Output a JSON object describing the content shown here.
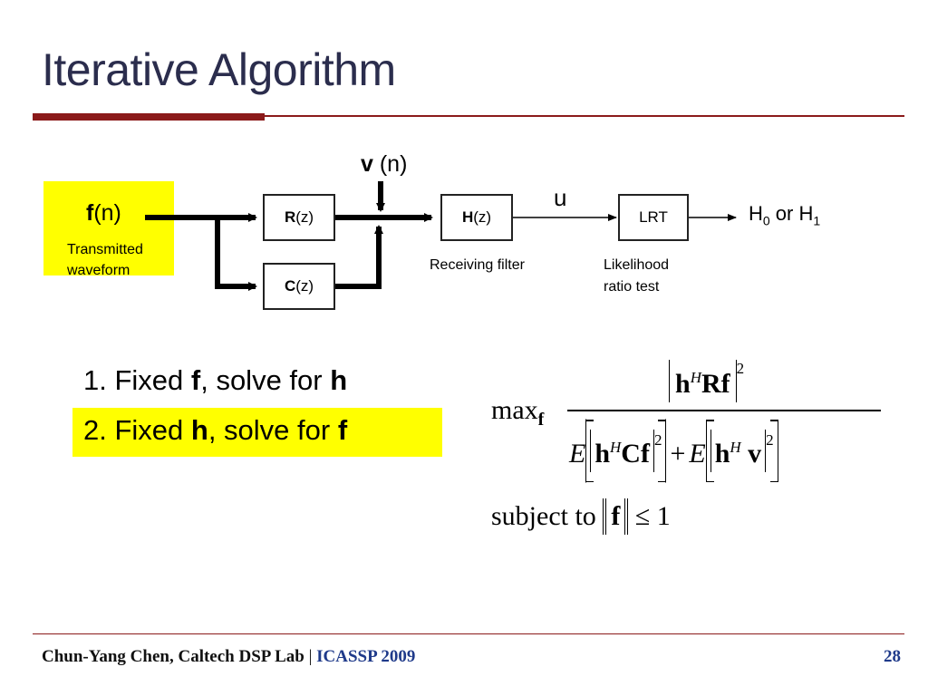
{
  "title": "Iterative Algorithm",
  "diagram": {
    "input_symbol": "f",
    "input_arg": "(n)",
    "input_caption_line1": "Transmitted",
    "input_caption_line2": "waveform",
    "noise_symbol": "v",
    "noise_arg": " (n)",
    "block_r_symbol": "R",
    "block_r_arg": "(z)",
    "block_c_symbol": "C",
    "block_c_arg": "(z)",
    "block_h_symbol": "H",
    "block_h_arg": "(z)",
    "block_h_caption": "Receiving filter",
    "signal_u": "u",
    "block_lrt": "LRT",
    "block_lrt_caption_line1": "Likelihood",
    "block_lrt_caption_line2": "ratio test",
    "output_h": "H",
    "output_sub0": "0",
    "output_or": " or H",
    "output_sub1": "1",
    "highlight_color": "#ffff00"
  },
  "steps": [
    {
      "prefix": "1. Fixed ",
      "fixed": "f",
      "middle": ", solve for ",
      "solve": "h"
    },
    {
      "prefix": "2. Fixed ",
      "fixed": "h",
      "middle": ", solve for ",
      "solve": "f"
    }
  ],
  "formula": {
    "max": "max",
    "max_sub": "f",
    "num_h": "h",
    "num_sup": "H",
    "num_rf": "Rf",
    "num_pow": "2",
    "den_e1": "E",
    "den_h1": "h",
    "den_sup1": "H",
    "den_cf": "Cf",
    "den_pow1": "2",
    "den_plus": "+",
    "den_e2": "E",
    "den_h2": "h",
    "den_sup2": "H",
    "den_v": "v",
    "den_pow2": "2",
    "constraint_text": "subject to",
    "constraint_f": "f",
    "constraint_rel": "≤ 1"
  },
  "footer": {
    "author": "Chun-Yang Chen, Caltech DSP Lab",
    "sep": " | ",
    "conference": "ICASSP 2009",
    "page": "28"
  }
}
